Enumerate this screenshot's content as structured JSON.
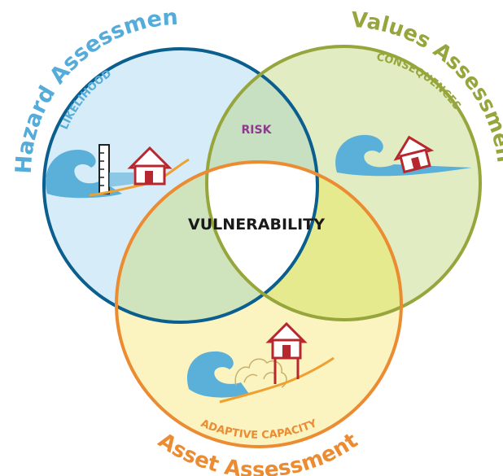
{
  "diagram": {
    "circles": {
      "hazard": {
        "title": "Hazard Assessment",
        "subtitle": "LIKELIHOOD",
        "fill": "#d6ecf8",
        "stroke": "#0b5f8f",
        "title_color": "#55acd9",
        "subtitle_color": "#55acd9"
      },
      "values": {
        "title": "Values Assessment",
        "subtitle": "CONSEQUENCES",
        "fill": "#e2ecc2",
        "stroke": "#97a63c",
        "title_color": "#97a63c",
        "subtitle_color": "#97a63c"
      },
      "asset": {
        "title": "Asset Assessment",
        "subtitle": "ADAPTIVE CAPACITY",
        "fill": "#fbf3c0",
        "stroke": "#ec8c32",
        "title_color": "#ec8c32",
        "subtitle_color": "#ec8c32"
      }
    },
    "overlaps": {
      "risk": {
        "label": "RISK",
        "color": "#8e3a8e"
      },
      "center": {
        "label": "VULNERABILITY"
      }
    },
    "icons": [
      "wave-icon",
      "house-icon",
      "tide-gauge-icon",
      "stilted-house-icon",
      "shoreline-vegetation-icon"
    ],
    "colors": {
      "wave": "#5ab0d9",
      "house": "#b7282e",
      "shoreline": "#f0a030"
    }
  }
}
